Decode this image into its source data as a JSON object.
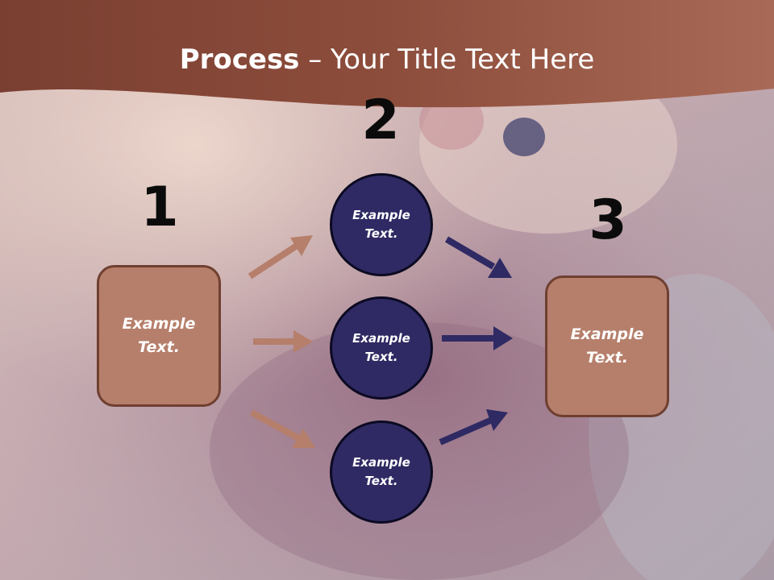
{
  "header": {
    "title_strong": "Process",
    "title_rest": " – Your Title Text Here"
  },
  "steps": {
    "one": "1",
    "two": "2",
    "three": "3"
  },
  "left_box": {
    "text": "Example Text."
  },
  "right_box": {
    "text": "Example Text."
  },
  "circles": [
    {
      "text": "Example Text."
    },
    {
      "text": "Example Text."
    },
    {
      "text": "Example Text."
    }
  ],
  "colors": {
    "header_band": "#8b4a39",
    "box_fill": "#b67f6b",
    "box_border": "#6f3f30",
    "circle_fill": "#2f2a63",
    "arrow_left": "#b67f6b",
    "arrow_right": "#2f2a63"
  }
}
